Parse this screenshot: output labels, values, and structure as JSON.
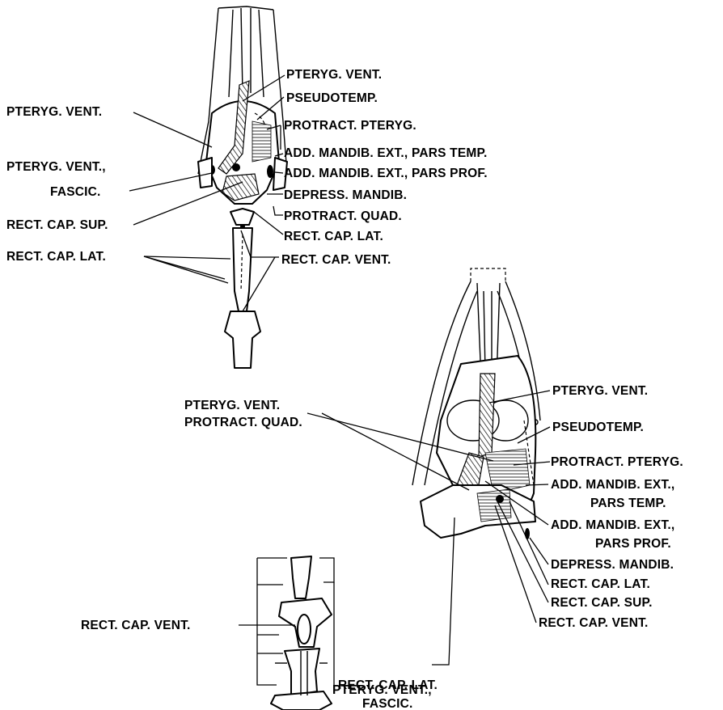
{
  "top_figure": {
    "left_labels": {
      "pteryg_vent": "PTERYG. VENT.",
      "pteryg_vent_fascic_1": "PTERYG. VENT.,",
      "pteryg_vent_fascic_2": "FASCIC.",
      "rect_cap_sup": "RECT. CAP. SUP.",
      "rect_cap_lat": "RECT. CAP. LAT."
    },
    "right_labels": {
      "pteryg_vent": "PTERYG. VENT.",
      "pseudotemp": "PSEUDOTEMP.",
      "protract_pteryg": "PROTRACT. PTERYG.",
      "add_mandib_temp": "ADD. MANDIB. EXT., PARS TEMP.",
      "add_mandib_prof": "ADD. MANDIB. EXT., PARS PROF.",
      "depress_mandib": "DEPRESS. MANDIB.",
      "protract_quad": "PROTRACT. QUAD.",
      "rect_cap_lat": "RECT. CAP. LAT.",
      "rect_cap_vent": "RECT. CAP. VENT."
    }
  },
  "right_figure": {
    "left_labels": {
      "pteryg_vent": "PTERYG. VENT.",
      "protract_quad": "PROTRACT. QUAD."
    },
    "right_labels": {
      "pteryg_vent": "PTERYG. VENT.",
      "pseudotemp": "PSEUDOTEMP.",
      "protract_pteryg": "PROTRACT. PTERYG.",
      "add_mandib_temp_1": "ADD. MANDIB. EXT.,",
      "add_mandib_temp_2": "PARS TEMP.",
      "add_mandib_prof_1": "ADD. MANDIB. EXT.,",
      "add_mandib_prof_2": "PARS PROF.",
      "depress_mandib": "DEPRESS. MANDIB.",
      "rect_cap_lat": "RECT. CAP. LAT.",
      "rect_cap_sup": "RECT. CAP. SUP.",
      "rect_cap_vent": "RECT. CAP. VENT."
    }
  },
  "bottom_figure": {
    "rect_cap_vent": "RECT. CAP. VENT.",
    "rect_cap_lat": "RECT. CAP. LAT.",
    "pteryg_vent_fascic_1": "PTERYG. VENT.,",
    "pteryg_vent_fascic_2": "FASCIC."
  }
}
